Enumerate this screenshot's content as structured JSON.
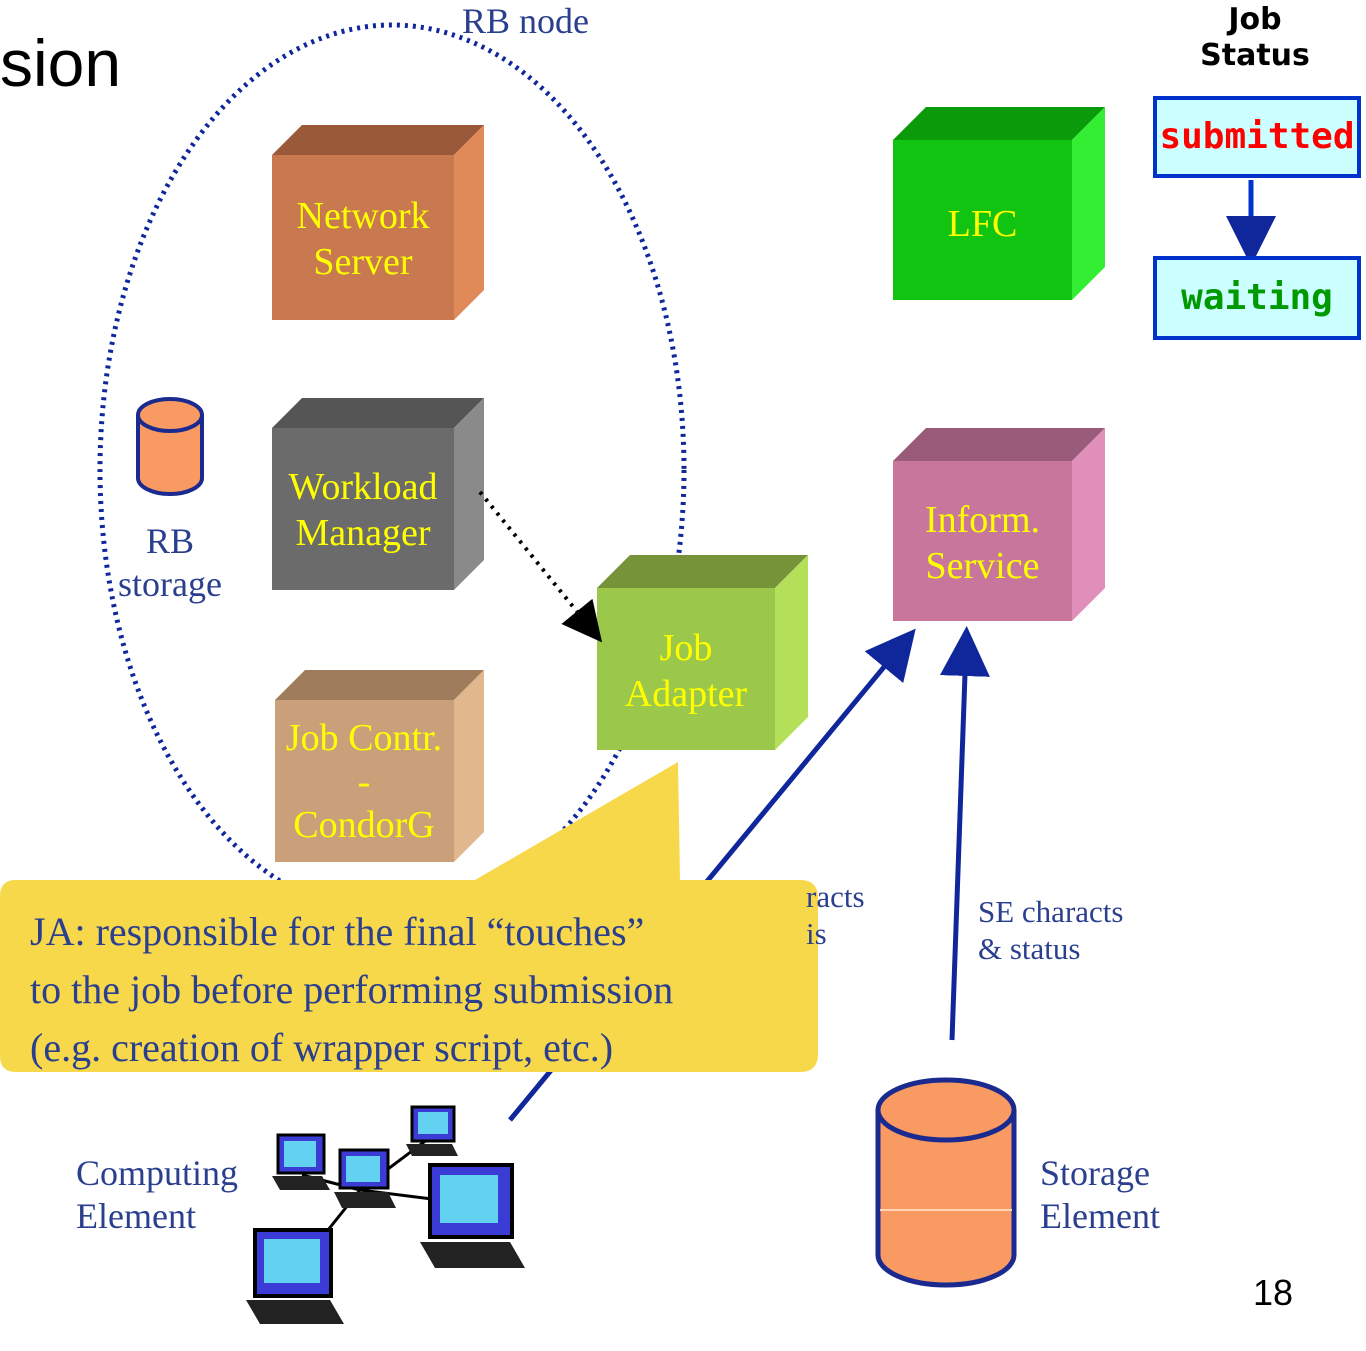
{
  "slide": {
    "title": "sion",
    "page_number": "18"
  },
  "rb_node": {
    "label": "RB node"
  },
  "rb_storage": {
    "line1": "RB",
    "line2": "storage"
  },
  "boxes": {
    "network_server": {
      "line1": "Network",
      "line2": "Server",
      "color": "#c87950"
    },
    "workload_manager": {
      "line1": "Workload",
      "line2": "Manager",
      "color": "#6b6b6b"
    },
    "job_controller": {
      "line1": "Job Contr.",
      "line2": "-",
      "line3": "CondorG",
      "color": "#c9a07a"
    },
    "job_adapter": {
      "line1": "Job",
      "line2": "Adapter",
      "color": "#9bc84a"
    },
    "lfc": {
      "label": "LFC",
      "color": "#11c411"
    },
    "inform_service": {
      "line1": "Inform.",
      "line2": "Service",
      "color": "#c8769c"
    }
  },
  "ce_status_label": {
    "line1": "racts",
    "line2": "is"
  },
  "se_status_label": {
    "line1": "SE characts",
    "line2": "& status"
  },
  "computing_element": {
    "line1": "Computing",
    "line2": "Element"
  },
  "storage_element": {
    "line1": "Storage",
    "line2": "Element"
  },
  "callout": {
    "line1": "JA: responsible for the final “touches”",
    "line2": "to the job before performing submission",
    "line3": "(e.g. creation of wrapper script, etc.)",
    "color": "#f7d84a"
  },
  "job_status": {
    "heading_line1": "Job",
    "heading_line2": "Status",
    "states": [
      {
        "label": "submitted",
        "color": "#ff0000"
      },
      {
        "label": "waiting",
        "color": "#009900"
      }
    ]
  },
  "colors": {
    "text_blue": "#2b3f8f",
    "arrow_blue": "#10279c",
    "storage_fill": "#f99a63",
    "status_border": "#0033cc",
    "status_fill": "#ccffff"
  }
}
